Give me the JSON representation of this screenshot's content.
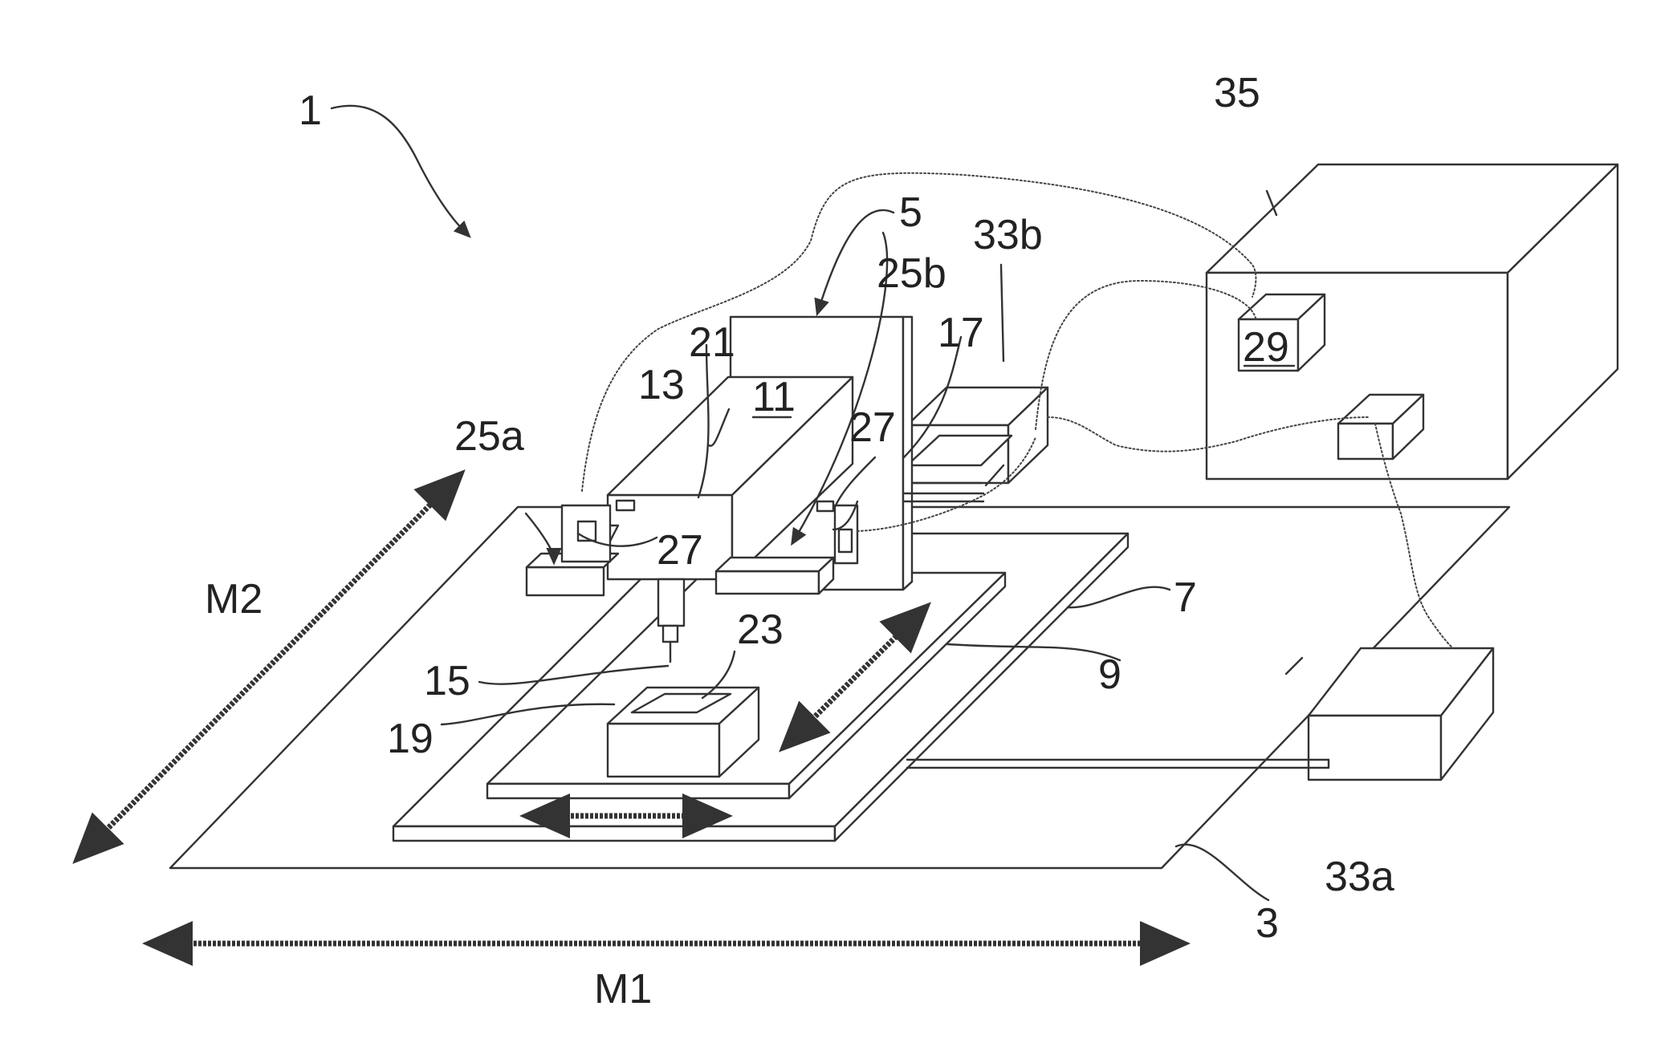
{
  "labels": {
    "l1": "1",
    "l3": "3",
    "l5": "5",
    "l7": "7",
    "l9": "9",
    "l11": "11",
    "l13": "13",
    "l15": "15",
    "l17": "17",
    "l19": "19",
    "l21": "21",
    "l23": "23",
    "l25a": "25a",
    "l25b": "25b",
    "l27a": "27",
    "l27b": "27",
    "l29": "29",
    "l33a": "33a",
    "l33b": "33b",
    "l35": "35",
    "lM1": "M1",
    "lM2": "M2"
  }
}
